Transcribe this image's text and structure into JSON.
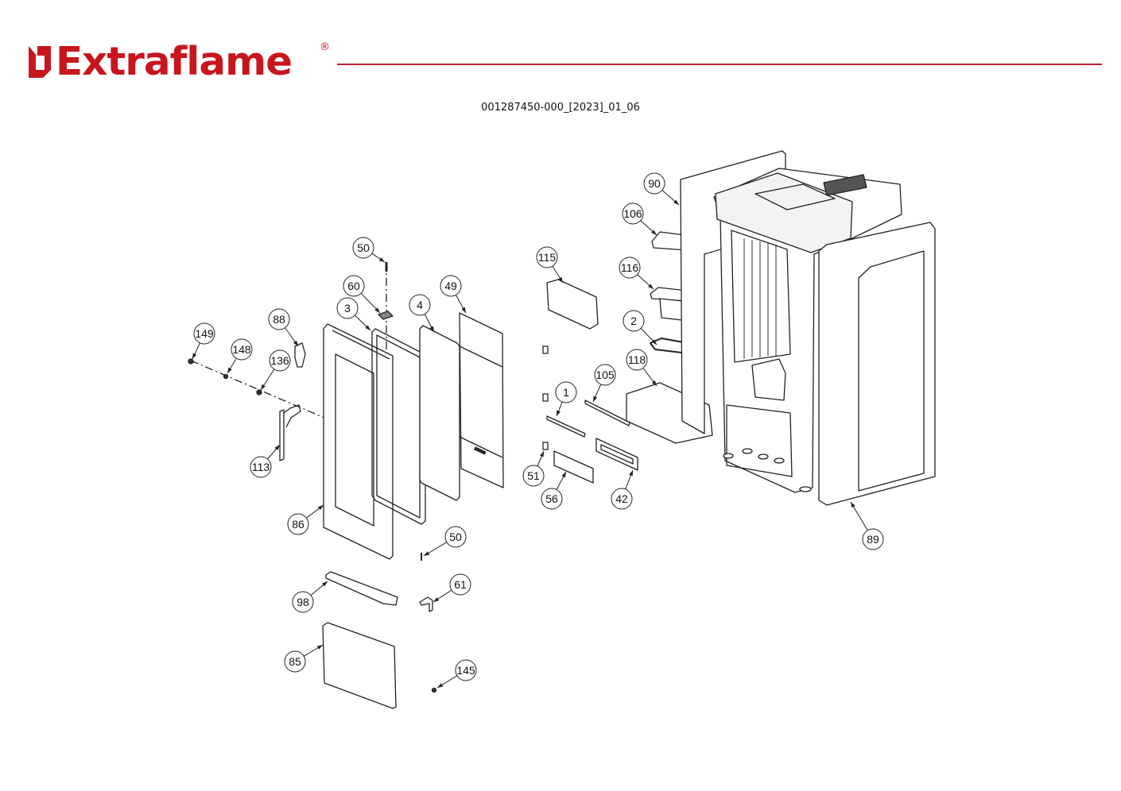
{
  "header": {
    "brand": "Extraflame",
    "registered_mark": "®",
    "brand_color": "#c8161d",
    "rule_color": "#b3262b"
  },
  "document": {
    "code": "001287450-000_[2023]_01_06"
  },
  "diagram": {
    "type": "exploded-view-parts-diagram",
    "callouts": [
      {
        "id": "c149",
        "label": "149",
        "part": "screw"
      },
      {
        "id": "c148",
        "label": "148",
        "part": "washer"
      },
      {
        "id": "c136",
        "label": "136",
        "part": "nut"
      },
      {
        "id": "c88",
        "label": "88",
        "part": "door-latch"
      },
      {
        "id": "c113",
        "label": "113",
        "part": "door-handle"
      },
      {
        "id": "c50a",
        "label": "50",
        "part": "hinge-pin-top"
      },
      {
        "id": "c60",
        "label": "60",
        "part": "hinge-bracket"
      },
      {
        "id": "c3",
        "label": "3",
        "part": "door-gasket"
      },
      {
        "id": "c4",
        "label": "4",
        "part": "door-glass"
      },
      {
        "id": "c49",
        "label": "49",
        "part": "glass-panel"
      },
      {
        "id": "c86",
        "label": "86",
        "part": "door-frame"
      },
      {
        "id": "c50b",
        "label": "50",
        "part": "hinge-pin-bottom"
      },
      {
        "id": "c98",
        "label": "98",
        "part": "lower-trim"
      },
      {
        "id": "c61",
        "label": "61",
        "part": "bracket"
      },
      {
        "id": "c85",
        "label": "85",
        "part": "lower-panel"
      },
      {
        "id": "c145",
        "label": "145",
        "part": "screw"
      },
      {
        "id": "c115",
        "label": "115",
        "part": "electronic-board-box"
      },
      {
        "id": "c1",
        "label": "1",
        "part": "gasket-strip"
      },
      {
        "id": "c105",
        "label": "105",
        "part": "rod"
      },
      {
        "id": "c51",
        "label": "51",
        "part": "clip"
      },
      {
        "id": "c56",
        "label": "56",
        "part": "inspection-cover"
      },
      {
        "id": "c42",
        "label": "42",
        "part": "inspection-gasket-plate"
      },
      {
        "id": "c90",
        "label": "90",
        "part": "side-panel-left"
      },
      {
        "id": "c106",
        "label": "106",
        "part": "hopper-cover"
      },
      {
        "id": "c116",
        "label": "116",
        "part": "burner-pot"
      },
      {
        "id": "c2",
        "label": "2",
        "part": "pot-gasket"
      },
      {
        "id": "c118",
        "label": "118",
        "part": "ash-drawer"
      },
      {
        "id": "c89",
        "label": "89",
        "part": "side-panel-right"
      }
    ]
  }
}
